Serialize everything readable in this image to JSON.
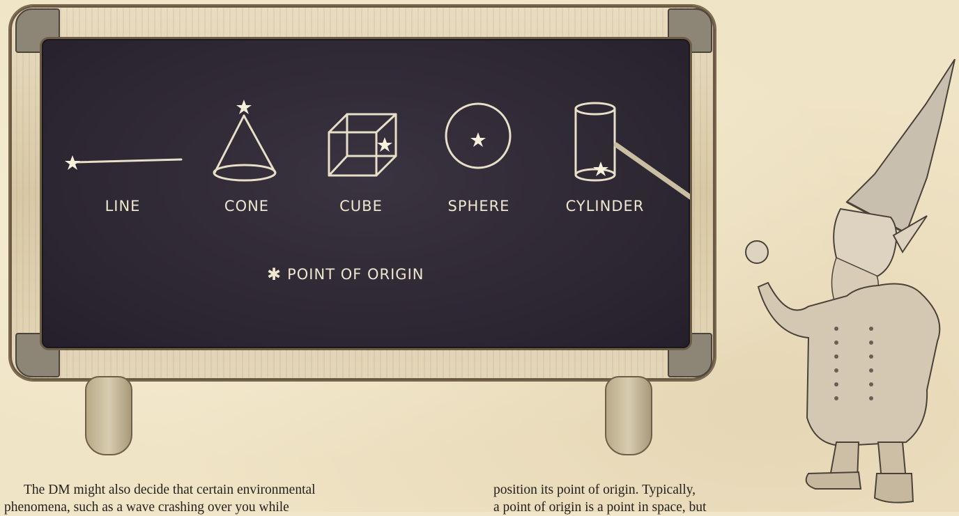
{
  "board": {
    "shapes": [
      {
        "key": "line",
        "label": "LINE"
      },
      {
        "key": "cone",
        "label": "CONE"
      },
      {
        "key": "cube",
        "label": "CUBE"
      },
      {
        "key": "sphere",
        "label": "SPHERE"
      },
      {
        "key": "cylinder",
        "label": "CYLINDER"
      }
    ],
    "legend_symbol": "✱",
    "legend_text": "POINT OF ORIGIN"
  },
  "text": {
    "column1": [
      "The DM might also decide that certain environmental",
      "phenomena, such as a wave crashing over you while"
    ],
    "column2": [
      "position its point of origin. Typically,",
      "a point of origin is a point in space, but"
    ]
  },
  "colors": {
    "parchment": "#f0e4c6",
    "board": "#2c2631",
    "chalk": "#e8dfc9",
    "text": "#231f1a"
  }
}
